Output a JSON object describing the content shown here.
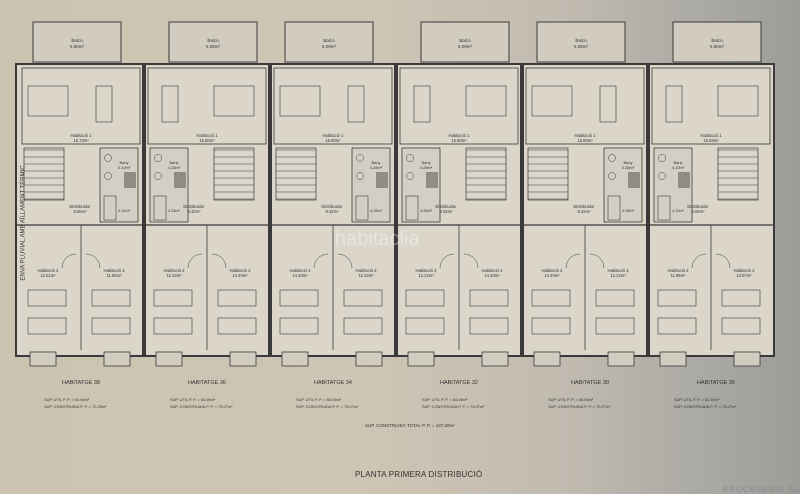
{
  "drawing": {
    "title": "PLANTA PRIMERA DISTRIBUCIÓ",
    "total_area": "SUP. CONSTRUIDA TOTAL P. P. = 437.60m²",
    "side_note": "ENVA PLUVIAL AMB AÏLLAMENT TÈRMIC",
    "firm": "PROCASERAI SL",
    "watermark": "habitaclia",
    "colors": {
      "paper": "#cfc5b4",
      "line": "#3a3a3a",
      "hatch": "#bdb6a8"
    }
  },
  "units": [
    {
      "name": "HABITATGE 38",
      "balco": "Balcó",
      "balco_area": "5.90m²",
      "hab1": "Habitació 1",
      "hab1_area": "15.72m²",
      "bany": "Bany",
      "bany_area": "4.10m²",
      "bany2_area": "4.10m²",
      "dist": "Distribuidor",
      "dist_area": "8.06m²",
      "hab2": "Habitació 2",
      "hab2_area": "12.61m²",
      "hab3": "Habitació 3",
      "hab3_area": "11.85m²",
      "util": "SUP. UTIL P. P. = 61.46m²",
      "constr": "SUP. CONSTRUIDA P. P. = 72.25m²"
    },
    {
      "name": "HABITATGE 36",
      "balco": "Balcó",
      "balco_area": "6.08m²",
      "hab1": "Habitació 1",
      "hab1_area": "15.80m²",
      "bany": "Bany",
      "bany_area": "4.28m²",
      "bany2_area": "4.28m²",
      "dist": "Distribuidor",
      "dist_area": "9.32m²",
      "hab2": "Habitació 3",
      "hab2_area": "12.22m²",
      "hab3": "Habitació 2",
      "hab3_area": "14.40m²",
      "util": "SUP. UTIL P. P. = 64.06m²",
      "constr": "SUP. CONSTRUIDA P. P. = 73.07m²"
    },
    {
      "name": "HABITATGE 34",
      "balco": "Balcó",
      "balco_area": "6.08m²",
      "hab1": "Habitació 1",
      "hab1_area": "15.80m²",
      "bany": "Bany",
      "bany_area": "4.28m²",
      "bany2_area": "4.28m²",
      "dist": "Distribuidor",
      "dist_area": "9.32m²",
      "hab2": "Habitació 2",
      "hab2_area": "14.40m²",
      "hab3": "Habitació 3",
      "hab3_area": "12.22m²",
      "util": "SUP. UTIL P. P. = 64.06m²",
      "constr": "SUP. CONSTRUIDA P. P. = 73.07m²"
    },
    {
      "name": "HABITATGE 32",
      "balco": "Balcó",
      "balco_area": "6.08m²",
      "hab1": "Habitació 1",
      "hab1_area": "15.80m²",
      "bany": "Bany",
      "bany_area": "4.28m²",
      "bany2_area": "4.28m²",
      "dist": "Distribuidor",
      "dist_area": "9.32m²",
      "hab2": "Habitació 3",
      "hab2_area": "12.22m²",
      "hab3": "Habitació 2",
      "hab3_area": "14.40m²",
      "util": "SUP. UTIL P. P. = 64.06m²",
      "constr": "SUP. CONSTRUIDA P. P. = 73.07m²"
    },
    {
      "name": "HABITATGE 30",
      "balco": "Balcó",
      "balco_area": "6.08m²",
      "hab1": "Habitació 1",
      "hab1_area": "15.80m²",
      "bany": "Bany",
      "bany_area": "4.28m²",
      "bany2_area": "4.28m²",
      "dist": "Distribuidor",
      "dist_area": "9.32m²",
      "hab2": "Habitació 2",
      "hab2_area": "14.40m²",
      "hab3": "Habitació 3",
      "hab3_area": "12.22m²",
      "util": "SUP. UTIL P. P. = 64.06m²",
      "constr": "SUP. CONSTRUIDA P. P. = 73.07m²"
    },
    {
      "name": "HABITATGE 30",
      "balco": "Balcó",
      "balco_area": "5.90m²",
      "hab1": "Habitació 1",
      "hab1_area": "15.96m²",
      "bany": "Bany",
      "bany_area": "4.10m²",
      "bany2_area": "4.10m²",
      "dist": "Distribuidor",
      "dist_area": "8.06m²",
      "hab2": "Habitació 3",
      "hab2_area": "11.85m²",
      "hab3": "Habitació 2",
      "hab3_area": "13.87m²",
      "util": "SUP. UTIL P. P. = 61.56m²",
      "constr": "SUP. CONSTRUIDA P. P. = 73.07m²"
    }
  ]
}
